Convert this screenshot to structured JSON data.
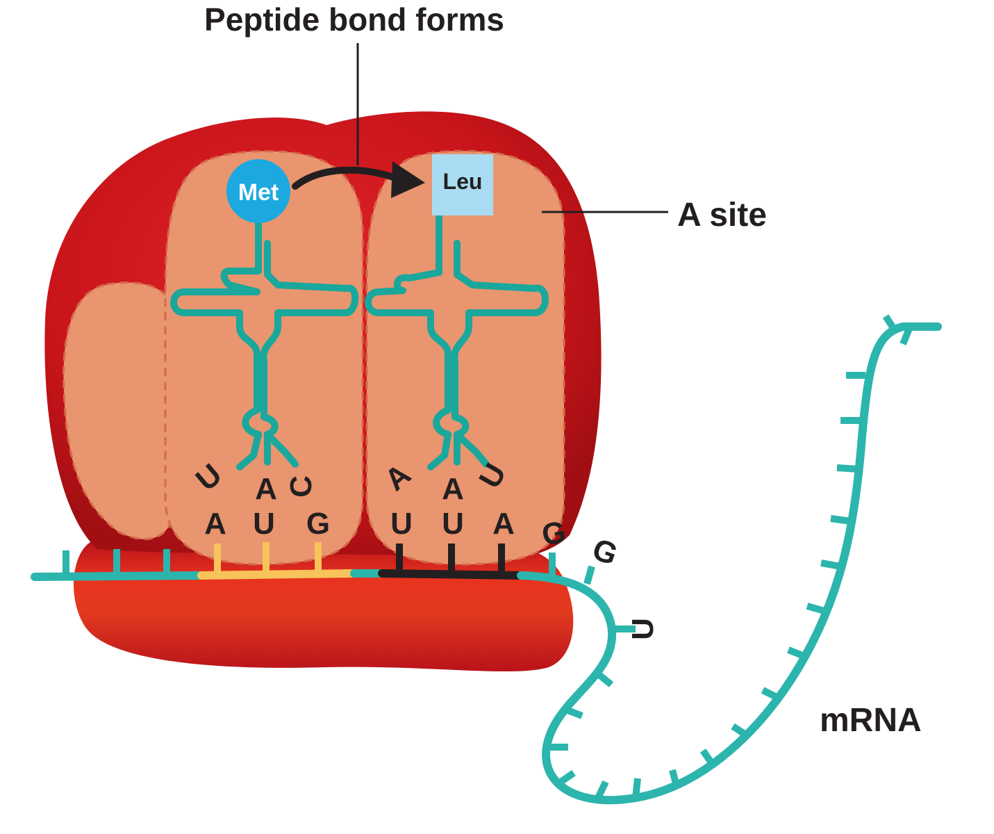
{
  "labels": {
    "title": "Peptide bond forms",
    "a_site": "A site",
    "mrna": "mRNA"
  },
  "amino_acids": {
    "p_site": "Met",
    "a_site": "Leu"
  },
  "anticodons": {
    "p_site": [
      "U",
      "A",
      "C"
    ],
    "a_site": [
      "A",
      "A",
      "U"
    ]
  },
  "codons": {
    "p_site": [
      "A",
      "U",
      "G"
    ],
    "a_site": [
      "U",
      "U",
      "A"
    ]
  },
  "mrna_downstream_bases": [
    "G",
    "G",
    "U"
  ],
  "colors": {
    "ribosome": "#c8141a",
    "ribosome_dark": "#9e0f12",
    "site_fill": "#e9956f",
    "trna": "#1aa79c",
    "mrna": "#2bb5ad",
    "p_codon": "#f7c35a",
    "a_codon": "#231f20",
    "met": "#1ba9e0",
    "leu": "#a9dcf2"
  }
}
